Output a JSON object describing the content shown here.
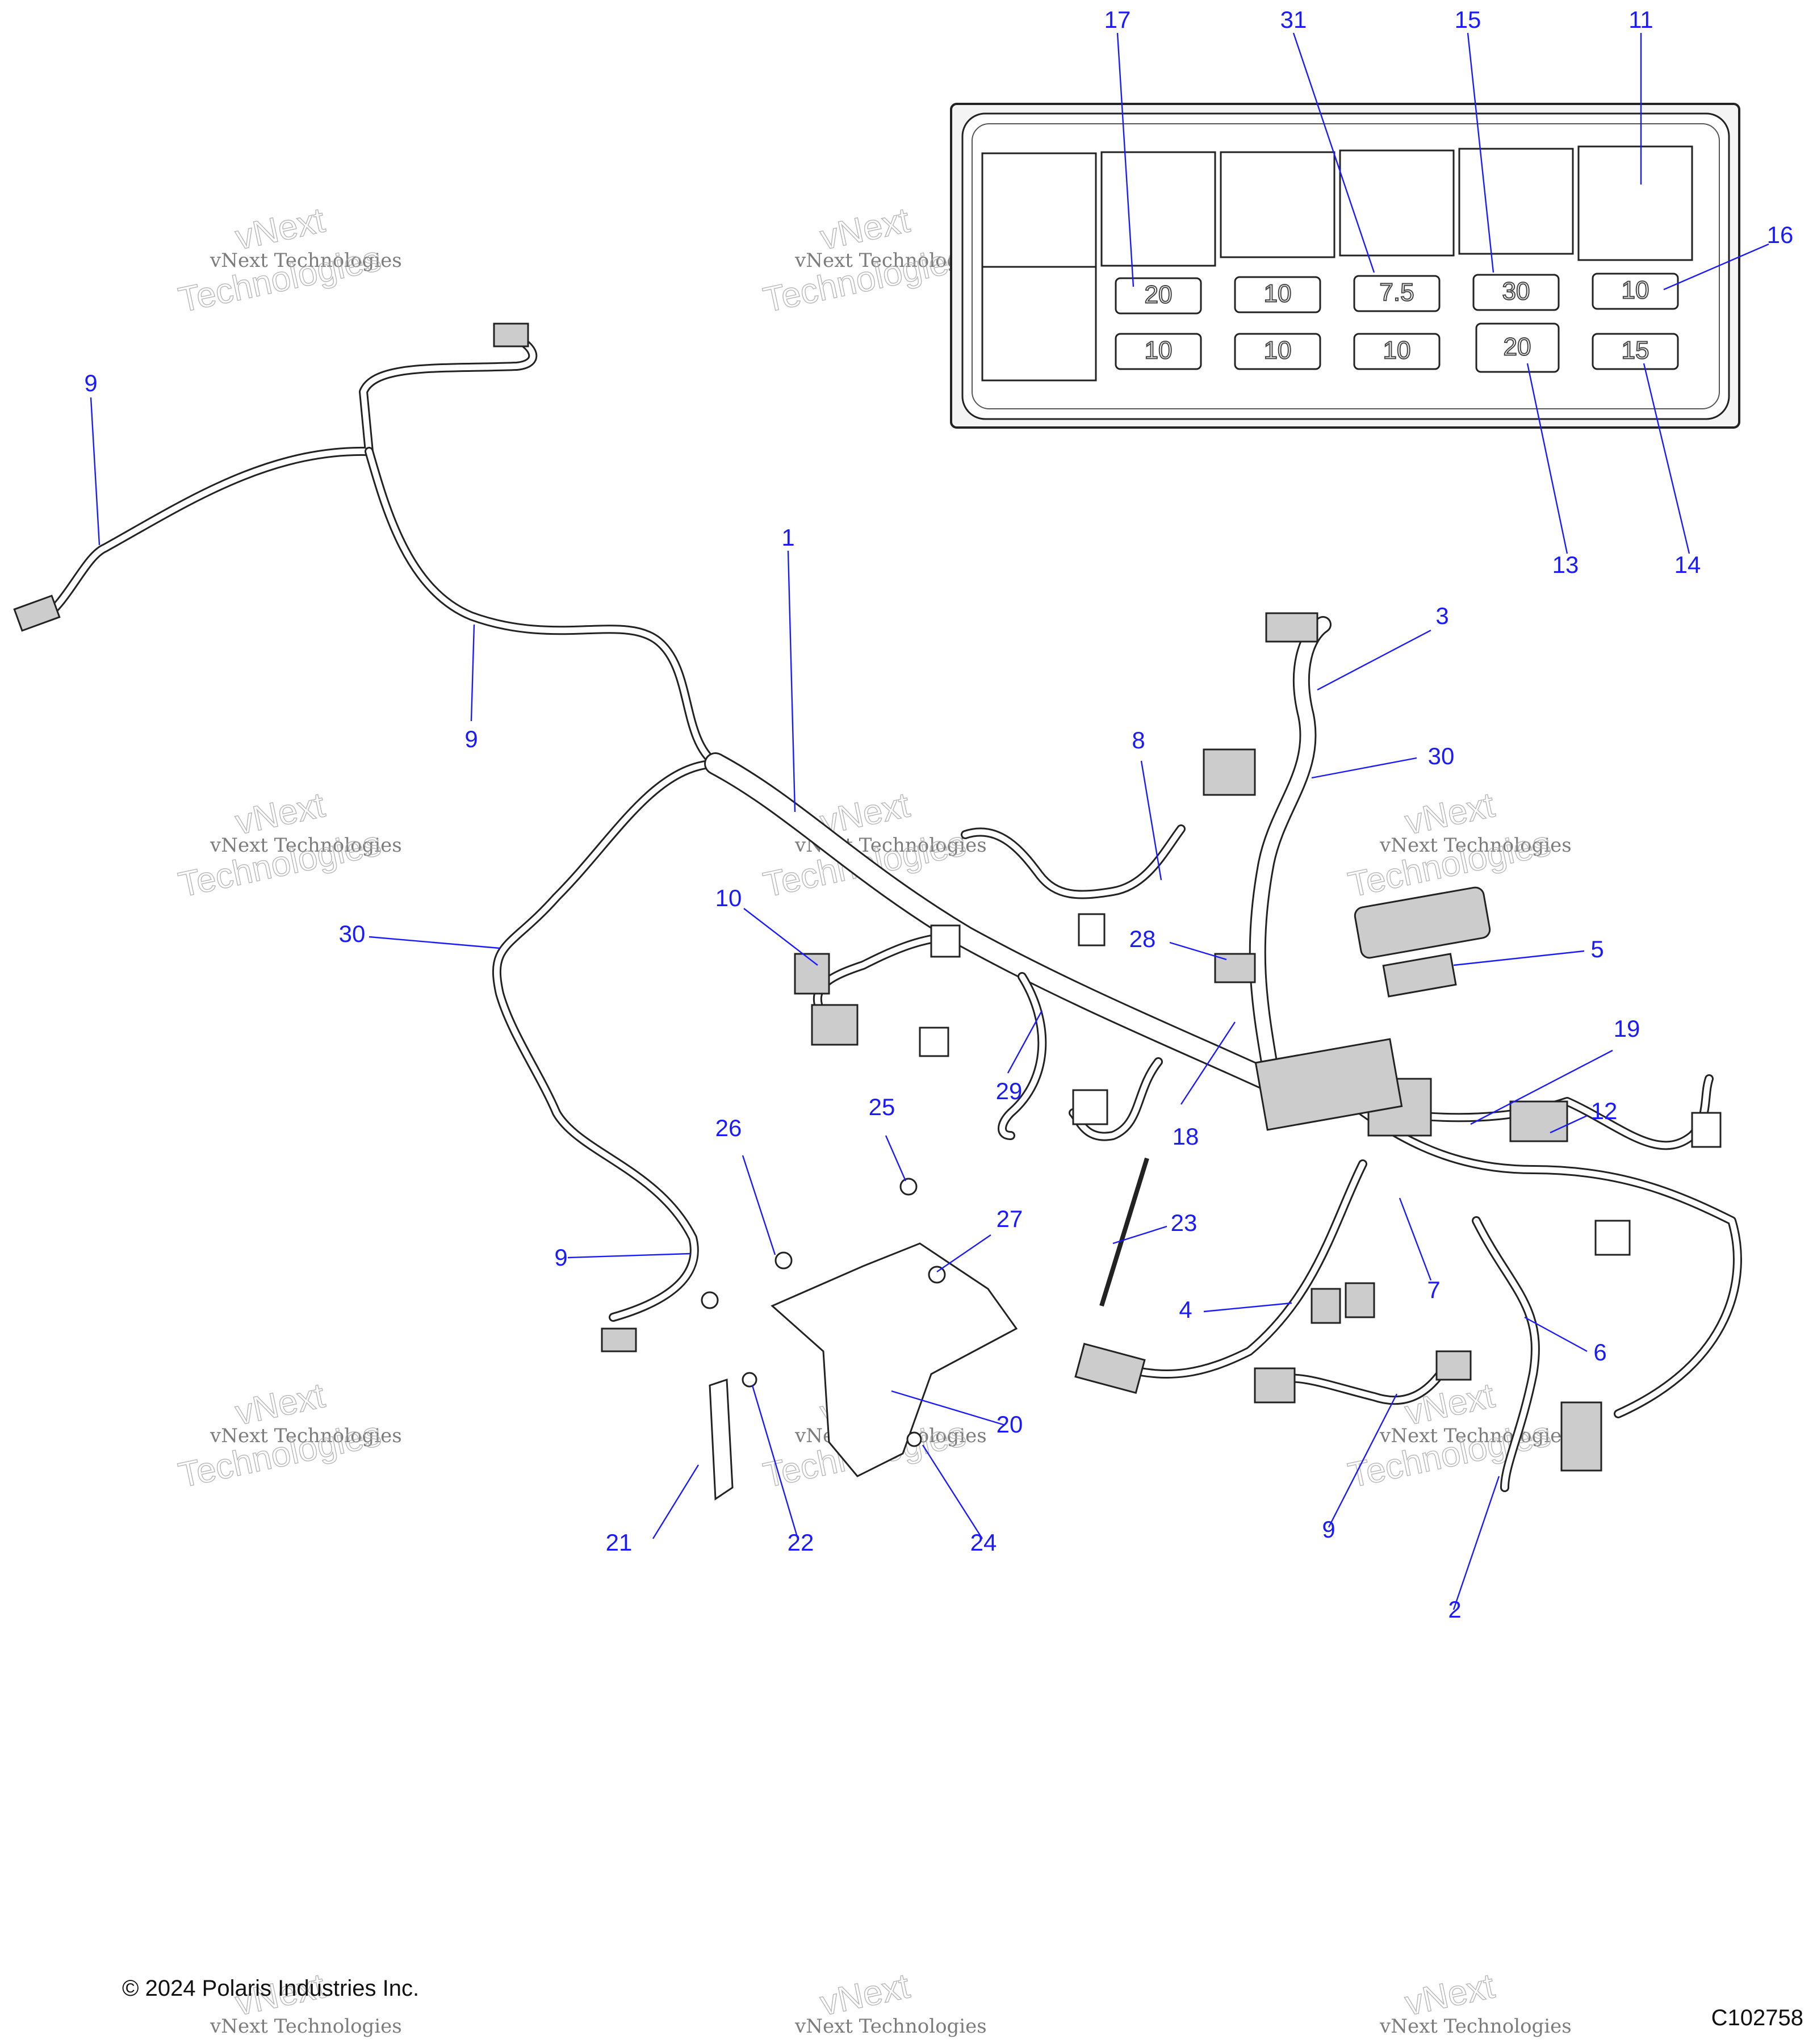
{
  "diagram": {
    "callouts": [
      {
        "id": "c17",
        "label": "17"
      },
      {
        "id": "c31",
        "label": "31"
      },
      {
        "id": "c15",
        "label": "15"
      },
      {
        "id": "c11",
        "label": "11"
      },
      {
        "id": "c16",
        "label": "16"
      },
      {
        "id": "c13",
        "label": "13"
      },
      {
        "id": "c14",
        "label": "14"
      },
      {
        "id": "c9a",
        "label": "9"
      },
      {
        "id": "c9b",
        "label": "9"
      },
      {
        "id": "c1",
        "label": "1"
      },
      {
        "id": "c3",
        "label": "3"
      },
      {
        "id": "c30a",
        "label": "30"
      },
      {
        "id": "c8",
        "label": "8"
      },
      {
        "id": "c10",
        "label": "10"
      },
      {
        "id": "c30b",
        "label": "30"
      },
      {
        "id": "c28",
        "label": "28"
      },
      {
        "id": "c5",
        "label": "5"
      },
      {
        "id": "c19",
        "label": "19"
      },
      {
        "id": "c29",
        "label": "29"
      },
      {
        "id": "c18",
        "label": "18"
      },
      {
        "id": "c12",
        "label": "12"
      },
      {
        "id": "c26",
        "label": "26"
      },
      {
        "id": "c25",
        "label": "25"
      },
      {
        "id": "c27",
        "label": "27"
      },
      {
        "id": "c23",
        "label": "23"
      },
      {
        "id": "c9c",
        "label": "9"
      },
      {
        "id": "c4",
        "label": "4"
      },
      {
        "id": "c7",
        "label": "7"
      },
      {
        "id": "c6",
        "label": "6"
      },
      {
        "id": "c20",
        "label": "20"
      },
      {
        "id": "c21",
        "label": "21"
      },
      {
        "id": "c22",
        "label": "22"
      },
      {
        "id": "c24",
        "label": "24"
      },
      {
        "id": "c9d",
        "label": "9"
      },
      {
        "id": "c2",
        "label": "2"
      }
    ],
    "fuse_ratings": {
      "row1": [
        "20",
        "10",
        "7.5",
        "30",
        "10"
      ],
      "row2": [
        "10",
        "10",
        "10",
        "20",
        "15"
      ]
    },
    "watermark": {
      "line1": "vNext Technologies",
      "line2": "vNext",
      "line3": "Technologies"
    }
  },
  "footer": {
    "copyright": "© 2024 Polaris Industries Inc.",
    "figure_id": "C102758"
  }
}
